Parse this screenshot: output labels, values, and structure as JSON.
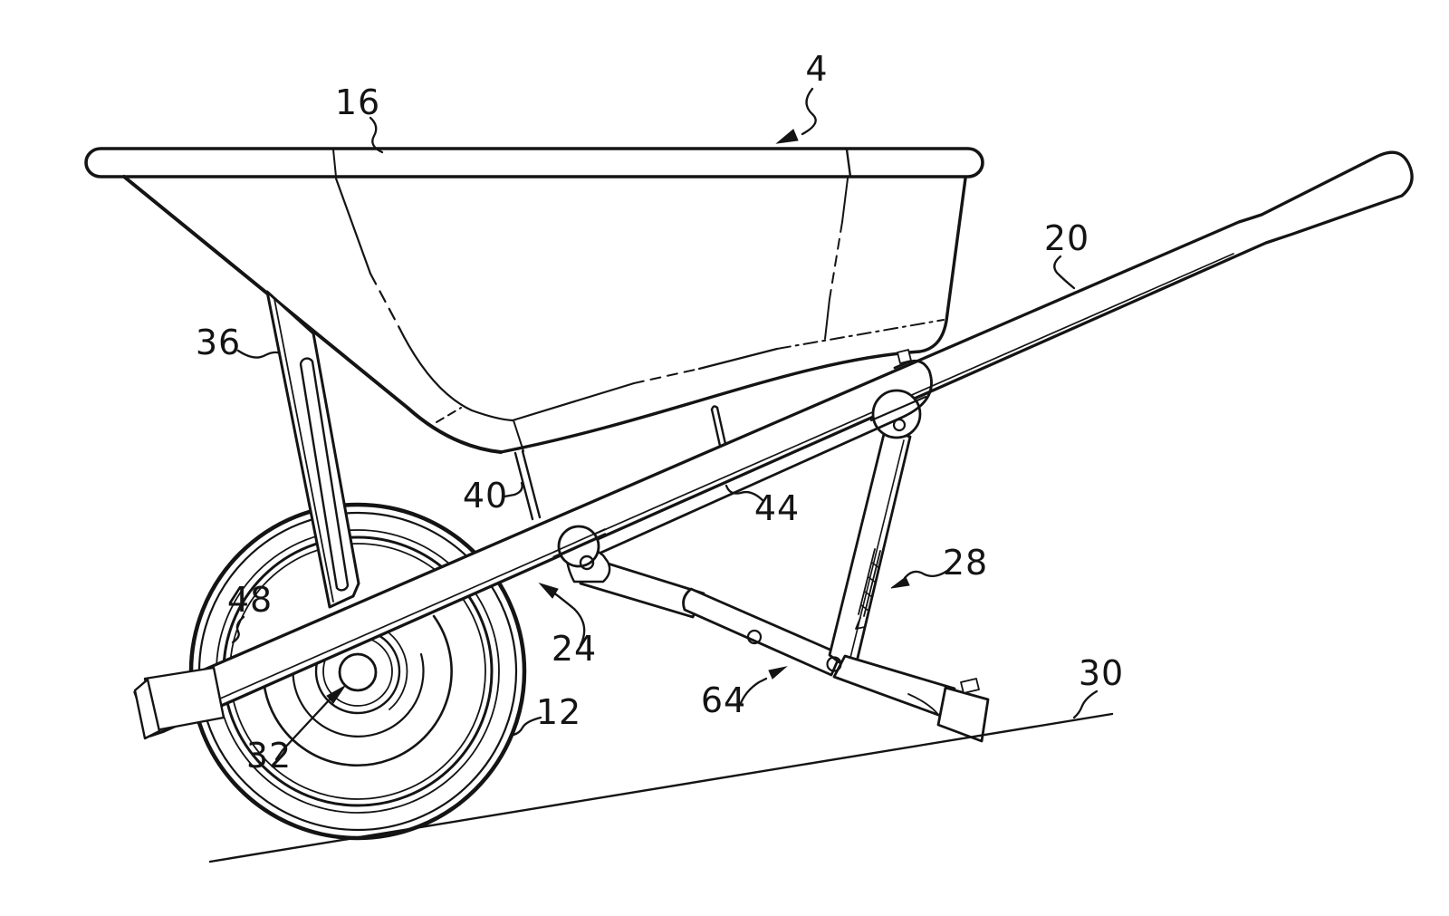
{
  "figure": {
    "labels": {
      "r4": "4",
      "r12": "12",
      "r16": "16",
      "r20": "20",
      "r24": "24",
      "r28": "28",
      "r30": "30",
      "r32": "32",
      "r36": "36",
      "r40": "40",
      "r44": "44",
      "r48": "48",
      "r64": "64"
    }
  }
}
